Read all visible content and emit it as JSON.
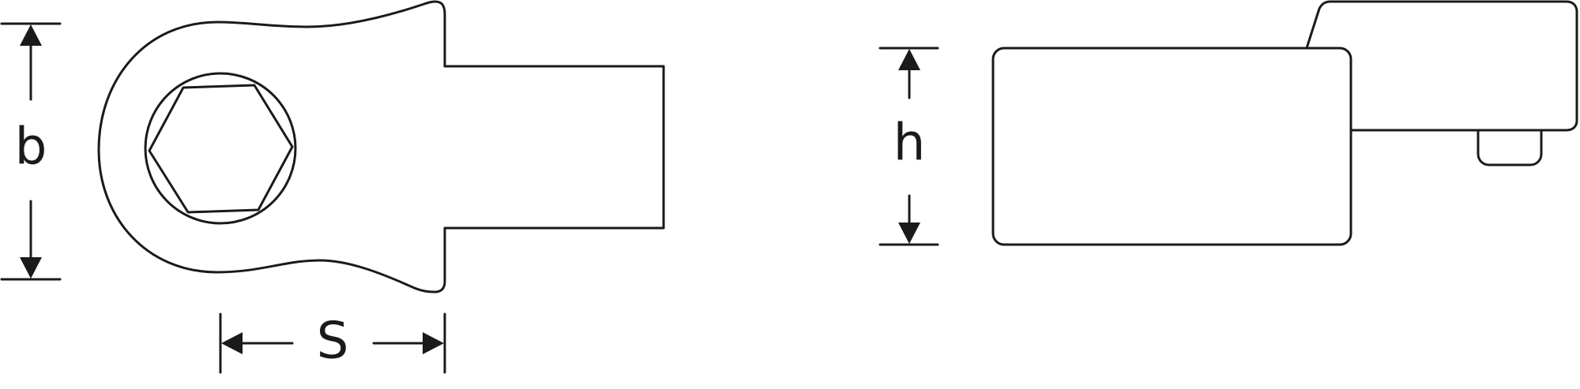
{
  "dimensions": {
    "b": "b",
    "s": "S",
    "h": "h"
  },
  "colors": {
    "line": "#1a1a1a",
    "background": "#ffffff"
  }
}
